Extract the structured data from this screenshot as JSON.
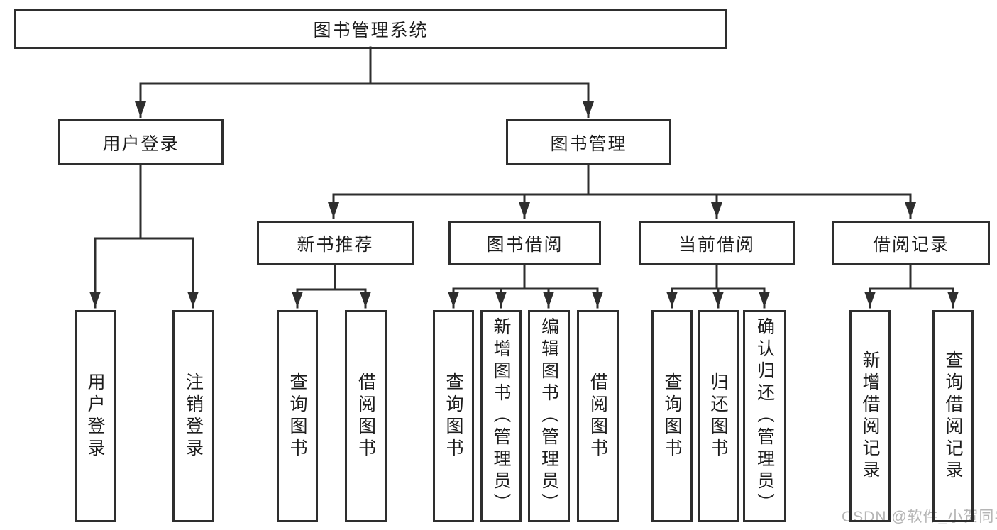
{
  "diagram_type": "hierarchy-tree",
  "colors": {
    "line": "#2e2e2e",
    "box_border": "#2e2e2e",
    "text": "#1c1c1c",
    "background": "#ffffff",
    "watermark": "#b5b5b5"
  },
  "watermark": {
    "text": "CSDN @软件_小贺同学"
  },
  "nodes": {
    "root": {
      "label": "图书管理系统"
    },
    "user_login": {
      "label": "用户登录"
    },
    "book_management": {
      "label": "图书管理"
    },
    "new_book_recommend": {
      "label": "新书推荐"
    },
    "book_borrowing": {
      "label": "图书借阅"
    },
    "current_borrowing": {
      "label": "当前借阅"
    },
    "borrowing_records": {
      "label": "借阅记录"
    },
    "leaf_user_login": {
      "label": "用户登录"
    },
    "leaf_logout": {
      "label": "注销登录"
    },
    "leaf_query_books_recommend": {
      "label": "查询图书"
    },
    "leaf_borrow_books_recommend": {
      "label": "借阅图书"
    },
    "leaf_query_books_borrowing": {
      "label": "查询图书"
    },
    "leaf_add_books_admin": {
      "label": "新增图书（管理员）"
    },
    "leaf_edit_books_admin": {
      "label": "编辑图书（管理员）"
    },
    "leaf_borrow_books_borrowing": {
      "label": "借阅图书"
    },
    "leaf_query_books_current": {
      "label": "查询图书"
    },
    "leaf_return_books": {
      "label": "归还图书"
    },
    "leaf_confirm_return_admin": {
      "label": "确认归还（管理员）"
    },
    "leaf_add_borrow_record": {
      "label": "新增借阅记录"
    },
    "leaf_query_borrow_record": {
      "label": "查询借阅记录"
    }
  },
  "edges": [
    "图书管理系统→用户登录",
    "图书管理系统→图书管理",
    "用户登录→用户登录",
    "用户登录→注销登录",
    "图书管理→新书推荐",
    "图书管理→图书借阅",
    "图书管理→当前借阅",
    "图书管理→借阅记录",
    "新书推荐→查询图书",
    "新书推荐→借阅图书",
    "图书借阅→查询图书",
    "图书借阅→新增图书（管理员）",
    "图书借阅→编辑图书（管理员）",
    "图书借阅→借阅图书",
    "当前借阅→查询图书",
    "当前借阅→归还图书",
    "当前借阅→确认归还（管理员）",
    "借阅记录→新增借阅记录",
    "借阅记录→查询借阅记录"
  ]
}
